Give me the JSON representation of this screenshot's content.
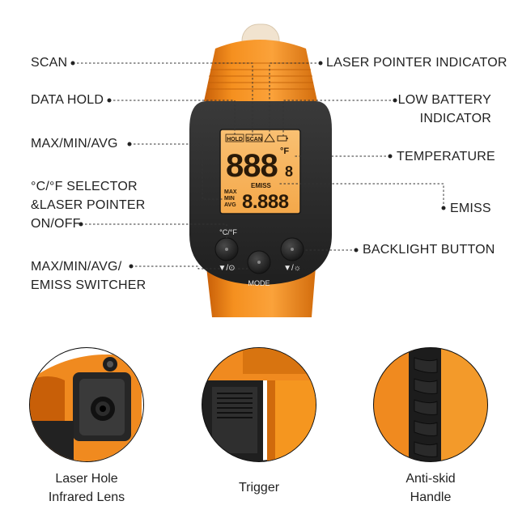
{
  "labels": {
    "scan": "SCAN",
    "data_hold": "DATA HOLD",
    "max_min_avg": "MAX/MIN/AVG",
    "unit_selector_line1": "°C/°F SELECTOR",
    "unit_selector_line2": "&LASER POINTER",
    "unit_selector_line3": "ON/OFF",
    "mode_switcher_line1": "MAX/MIN/AVG/",
    "mode_switcher_line2": "EMISS SWITCHER",
    "laser_indicator": "LASER POINTER INDICATOR",
    "low_battery_line1": "LOW BATTERY",
    "low_battery_line2": "INDICATOR",
    "temperature": "TEMPERATURE",
    "emiss": "EMISS",
    "backlight": "BACKLIGHT BUTTON"
  },
  "lcd": {
    "hold": "HOLD",
    "scan": "SCAN",
    "main_digits": "888",
    "main_decimal": "8",
    "unit": "°F",
    "emiss_label": "EMISS",
    "max": "MAX",
    "min": "MIN",
    "avg": "AVG",
    "secondary_digits": "8.888"
  },
  "buttons": {
    "unit_button_label": "°C/°F",
    "mode_button_label": "MODE",
    "left_symbol": "▼/⊙",
    "right_symbol": "▼/☼"
  },
  "details": {
    "lens_line1": "Laser Hole",
    "lens_line2": "Infrared Lens",
    "trigger": "Trigger",
    "handle_line1": "Anti-skid",
    "handle_line2": "Handle"
  },
  "colors": {
    "body_orange": "#f08a1f",
    "face_black": "#2b2b2b",
    "lcd_amber": "#f7b25a"
  }
}
